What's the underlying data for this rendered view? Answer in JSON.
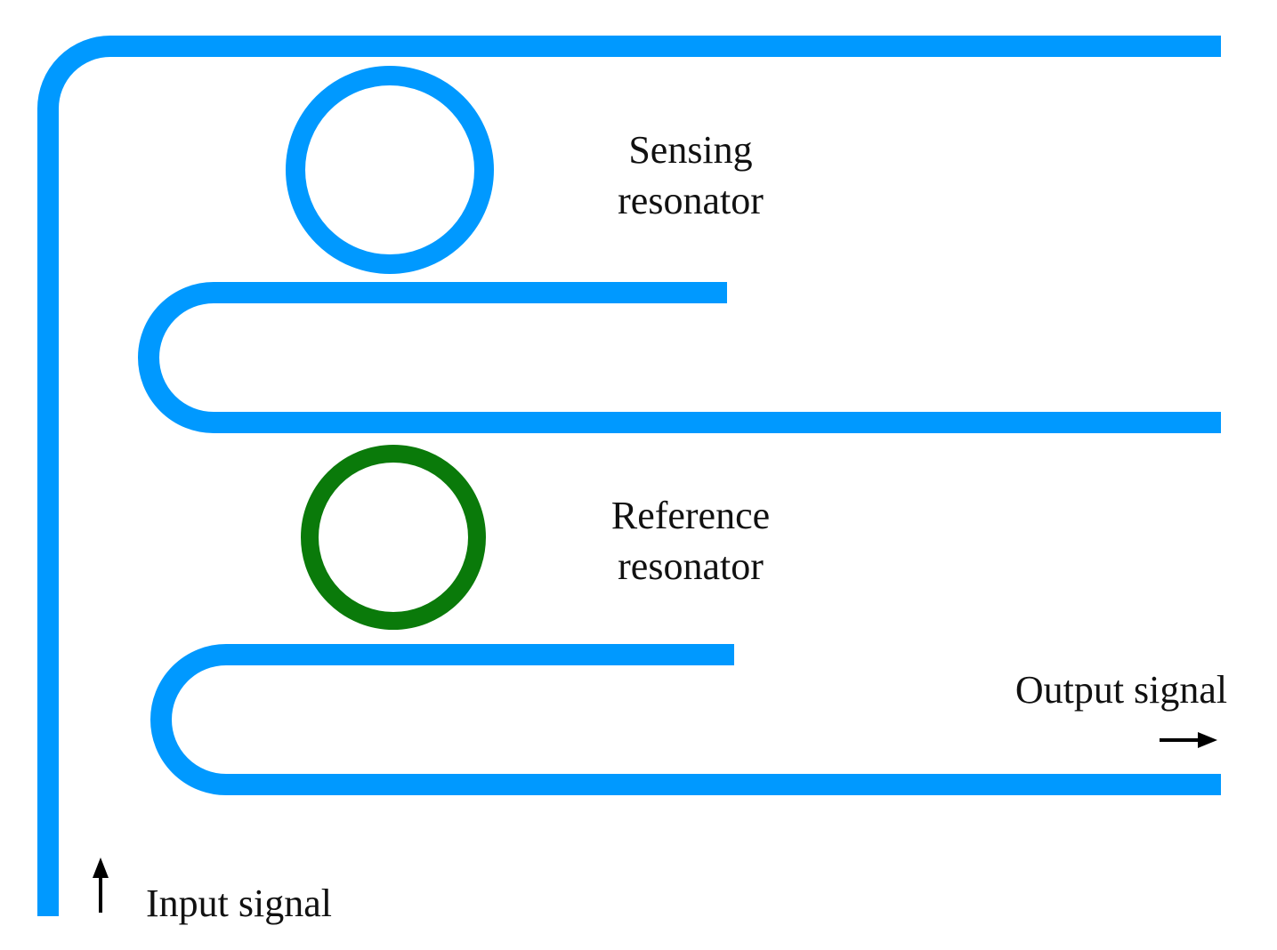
{
  "colors": {
    "waveguide": "#0099ff",
    "sensing_ring": "#0099ff",
    "reference_ring": "#0a7a0a",
    "text": "#111111",
    "arrow": "#000000",
    "background": "#ffffff"
  },
  "labels": {
    "sensing_line1": "Sensing",
    "sensing_line2": "resonator",
    "reference_line1": "Reference",
    "reference_line2": "resonator",
    "output": "Output signal",
    "input": "Input signal"
  },
  "icons": {
    "input_arrow": "arrow-up-icon",
    "output_arrow": "arrow-right-icon"
  }
}
